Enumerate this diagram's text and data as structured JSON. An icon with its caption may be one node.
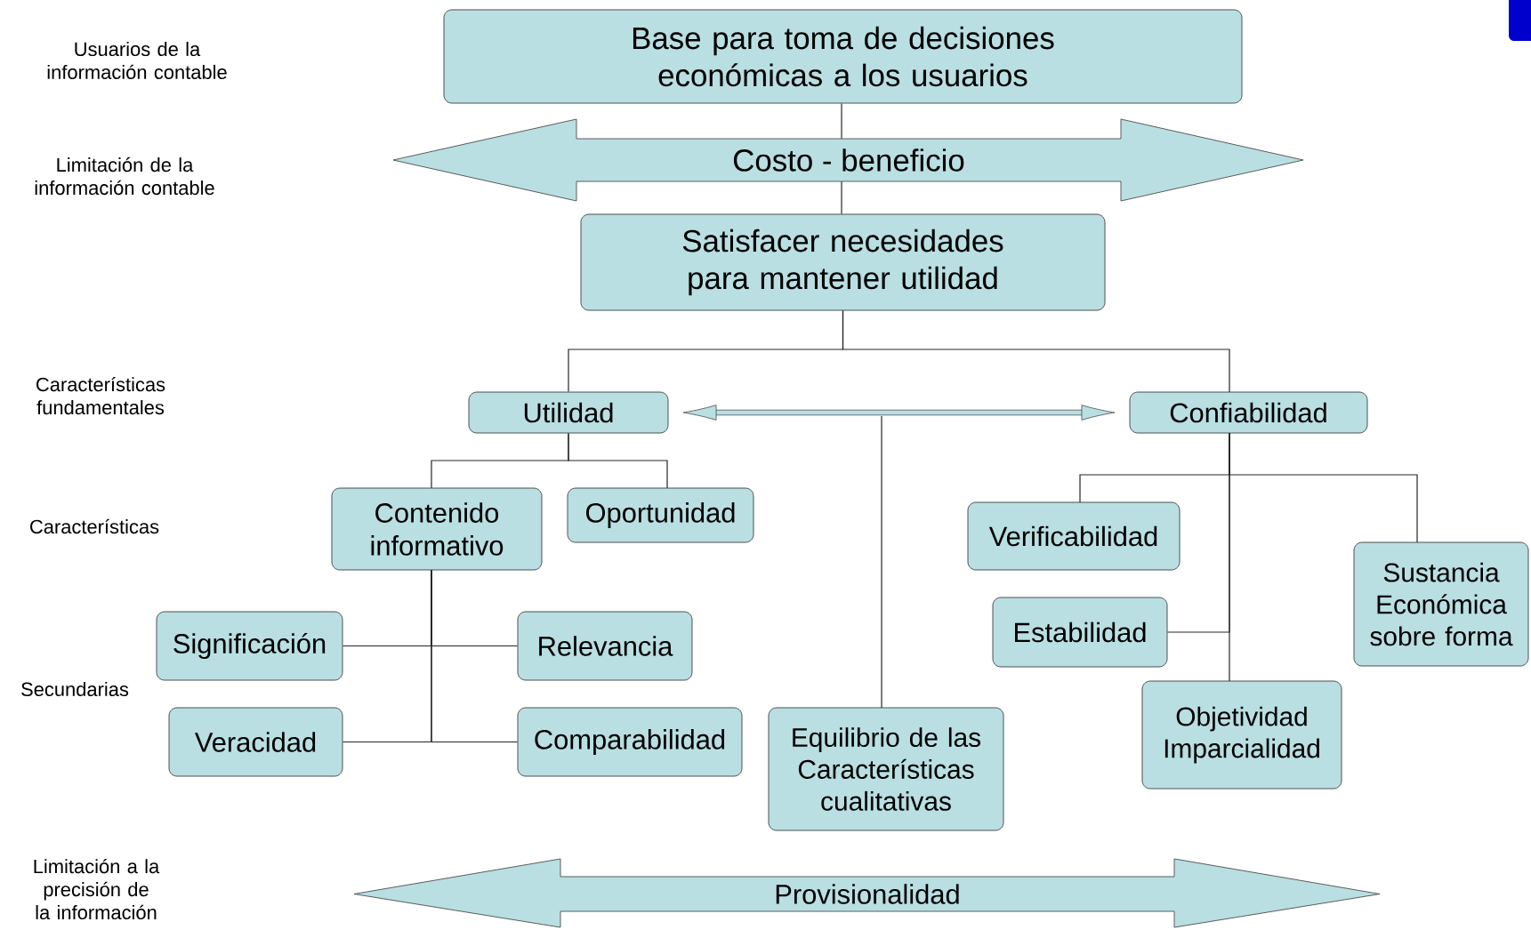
{
  "diagram": {
    "nodes": [
      {
        "text": [
          "Base para toma de decisiones económicas a los usuarios"
        ]
      },
      {
        "text": [
          "Costo - beneficio"
        ]
      },
      {
        "text": [
          "Satisfacer necesidades para mantener utilidad"
        ]
      },
      {
        "text": [
          "Utilidad"
        ]
      },
      {
        "text": [
          "Confiabilidad"
        ]
      },
      {
        "text": [
          "Contenido informativo"
        ]
      },
      {
        "text": [
          "Oportunidad"
        ]
      },
      {
        "text": [
          "Verificabilidad"
        ]
      },
      {
        "text": [
          "Sustancia Económica sobre forma"
        ]
      },
      {
        "text": [
          "Significación"
        ]
      },
      {
        "text": [
          "Relevancia"
        ]
      },
      {
        "text": [
          "Estabilidad"
        ]
      },
      {
        "text": [
          "Veracidad"
        ]
      },
      {
        "text": [
          "Comparabilidad"
        ]
      },
      {
        "text": [
          "Equilibrio de las Características cualitativas"
        ]
      },
      {
        "text": [
          "Objetividad Imparcialidad"
        ]
      },
      {
        "text": [
          "Provisionalidad"
        ]
      }
    ],
    "edges": [
      {
        "from": 0,
        "to": 1,
        "arrow": "none"
      },
      {
        "from": 1,
        "to": 2,
        "arrow": "none"
      },
      {
        "from": 2,
        "to": 3,
        "arrow": "none"
      },
      {
        "from": 2,
        "to": 4,
        "arrow": "none"
      },
      {
        "from": 3,
        "to": 4,
        "arrow": "both",
        "style": "thick"
      },
      {
        "from": 3,
        "to": 5,
        "arrow": "none"
      },
      {
        "from": 3,
        "to": 6,
        "arrow": "none"
      },
      {
        "from": 4,
        "to": 7,
        "arrow": "none"
      },
      {
        "from": 4,
        "to": 8,
        "arrow": "none"
      },
      {
        "from": 4,
        "to": 11,
        "arrow": "none"
      },
      {
        "from": 4,
        "to": 15,
        "arrow": "none"
      },
      {
        "from": 5,
        "to": 9,
        "arrow": "none"
      },
      {
        "from": 5,
        "to": 10,
        "arrow": "none"
      },
      {
        "from": 5,
        "to": 12,
        "arrow": "none"
      },
      {
        "from": 5,
        "to": 13,
        "arrow": "none"
      },
      {
        "from": 14,
        "to": null,
        "arrow": "none"
      }
    ],
    "labels": [
      "Usuarios de la información contable",
      "Limitación de la información contable",
      "Características fundamentales",
      "Características",
      "Secundarias",
      "Limitación a la precisión de la información"
    ]
  }
}
